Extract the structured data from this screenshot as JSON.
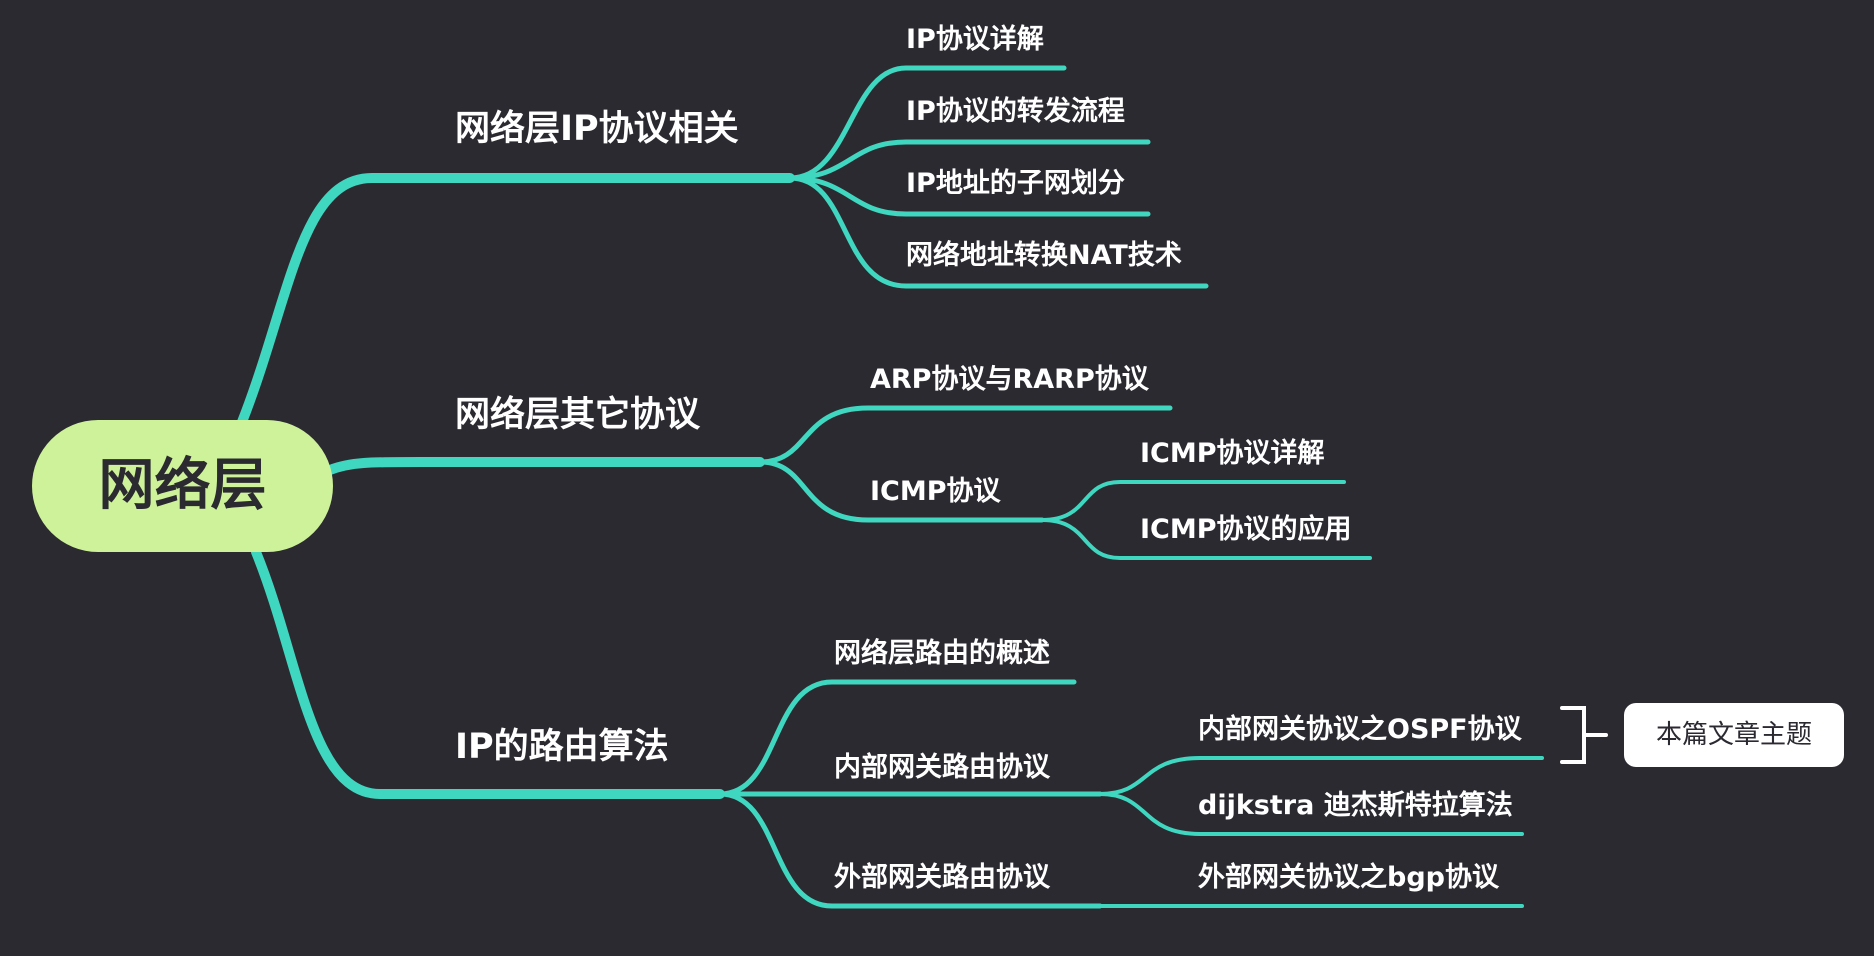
{
  "root": {
    "label": "网络层"
  },
  "branches": [
    {
      "label": "网络层IP协议相关",
      "children": [
        {
          "label": "IP协议详解"
        },
        {
          "label": "IP协议的转发流程"
        },
        {
          "label": "IP地址的子网划分"
        },
        {
          "label": "网络地址转换NAT技术"
        }
      ]
    },
    {
      "label": "网络层其它协议",
      "children": [
        {
          "label": "ARP协议与RARP协议"
        },
        {
          "label": "ICMP协议",
          "children": [
            {
              "label": "ICMP协议详解"
            },
            {
              "label": "ICMP协议的应用"
            }
          ]
        }
      ]
    },
    {
      "label": "IP的路由算法",
      "children": [
        {
          "label": "网络层路由的概述"
        },
        {
          "label": "内部网关路由协议",
          "children": [
            {
              "label": "内部网关协议之OSPF协议"
            },
            {
              "label": "dijkstra 迪杰斯特拉算法"
            }
          ]
        },
        {
          "label": "外部网关路由协议",
          "children": [
            {
              "label": "外部网关协议之bgp协议"
            }
          ]
        }
      ]
    }
  ],
  "callout": {
    "label": "本篇文章主题"
  },
  "colors": {
    "background": "#2c2a31",
    "connector": "#3fd7c0",
    "root_fill": "#cdf29a",
    "text": "#ffffff",
    "callout_fill": "#ffffff"
  }
}
